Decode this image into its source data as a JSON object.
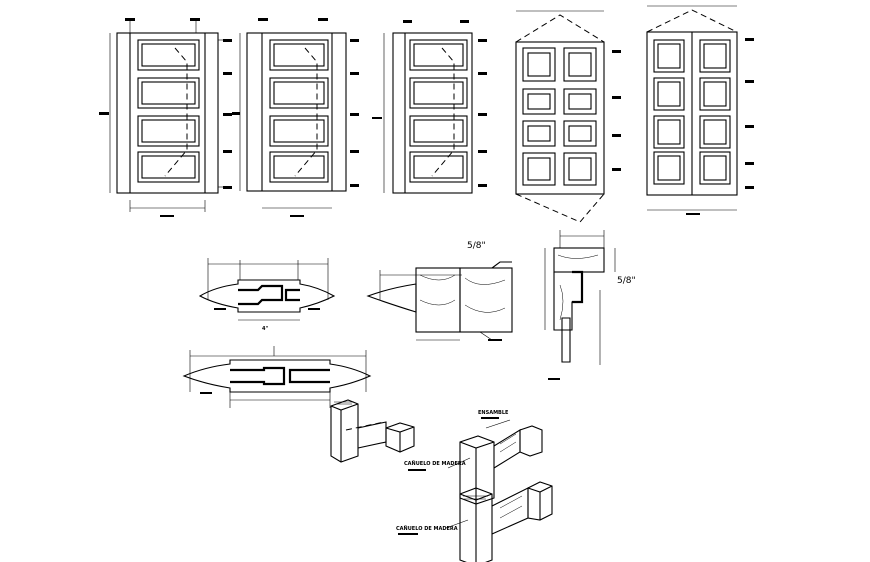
{
  "drawing": {
    "detail_labels": {
      "bottom_note_top": "ENSAMBLE",
      "bottom_note_mid": "CAÑUELO DE MADERA",
      "bottom_note_low": "CAÑUELO DE MADERA",
      "frac_top": "5/8\"",
      "frac_right": "5/8\"",
      "dim_4": "4\""
    }
  }
}
